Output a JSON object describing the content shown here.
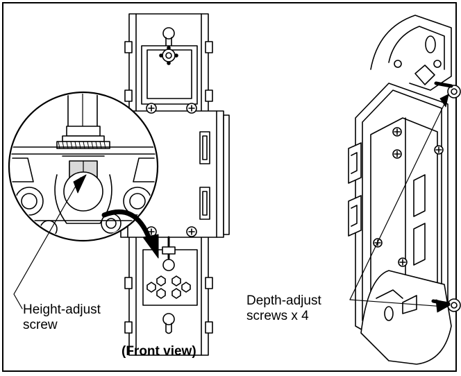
{
  "labels": {
    "height_adjust": [
      "Height-adjust",
      "screw"
    ],
    "depth_adjust": [
      "Depth-adjust",
      "screws x 4"
    ],
    "front_view": "(Front view)"
  },
  "colors": {
    "line": "#000000",
    "highlight": "#d9d9d9",
    "background": "#ffffff"
  }
}
